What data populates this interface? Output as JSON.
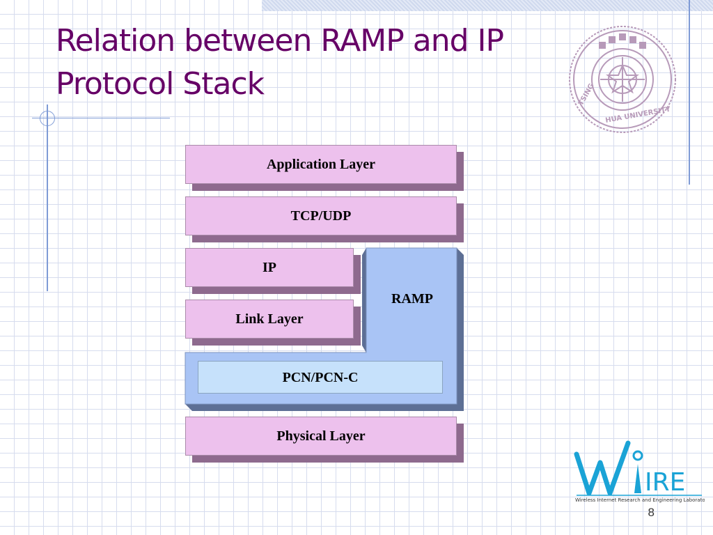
{
  "slide": {
    "title_line1": "Relation between RAMP and IP",
    "title_line2": "Protocol Stack",
    "page_number": "8"
  },
  "diagram": {
    "layers": {
      "application": "Application Layer",
      "tcp_udp": "TCP/UDP",
      "ip": "IP",
      "link": "Link Layer",
      "ramp": "RAMP",
      "pcn": "PCN/PCN-C",
      "physical": "Physical Layer"
    }
  },
  "logos": {
    "university_seal_text": "TSING HUA UNIVERSITY",
    "lab_logo_text": "IRE",
    "lab_name": "Wireless Internet Research and Engineering Laboratory"
  },
  "colors": {
    "title": "#660066",
    "pink_layer": "#edc1ed",
    "ramp_fill": "#a9c4f5",
    "pcn_fill": "#c6e1fb",
    "logo_blue": "#1aa3d6"
  }
}
